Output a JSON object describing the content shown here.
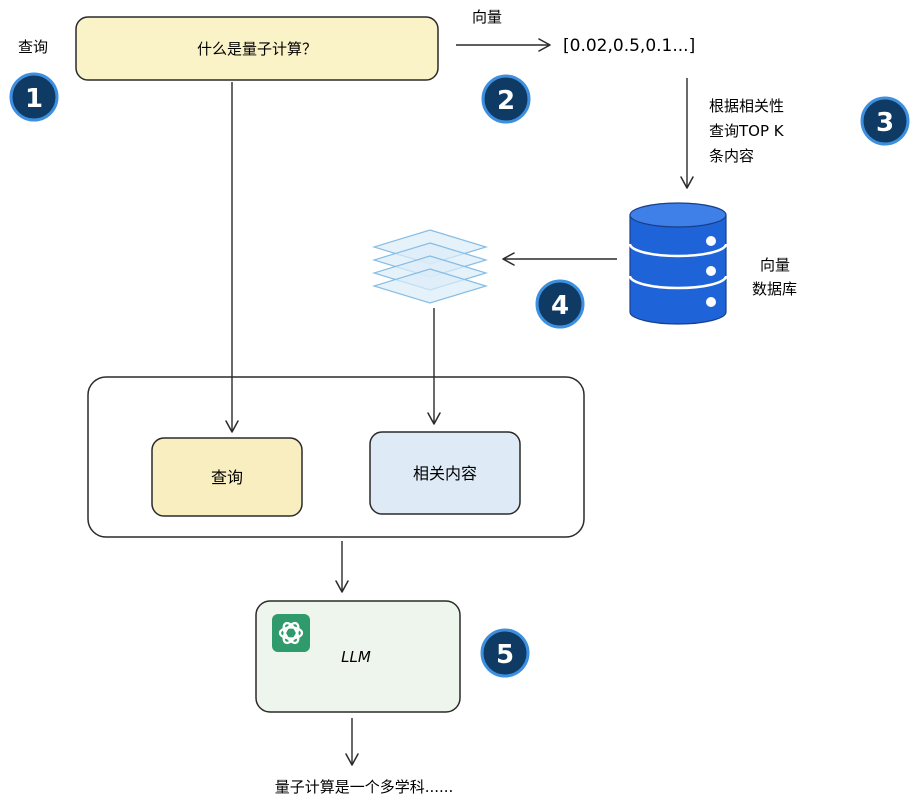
{
  "query_label": "查询",
  "query_text": "什么是量子计算？",
  "vector_label": "向量",
  "vector_value": "[0.02,0.5,0.1...]",
  "retrieval_note": [
    "根据相关性",
    "查询TOP K",
    "条内容"
  ],
  "db_label": [
    "向量",
    "数据库"
  ],
  "box_query": "查询",
  "box_related": "相关内容",
  "llm_label": "LLM",
  "answer_text": "量子计算是一个多学科......",
  "steps": [
    "1",
    "2",
    "3",
    "4",
    "5"
  ],
  "colors": {
    "query_fill": "#fbf3c8",
    "query_box_fill": "#f8eec0",
    "related_box_fill": "#deebf6",
    "llm_fill": "#eef5ec",
    "db_blue": "#1f63d8",
    "layers_blue": "#86bde6",
    "openai_green": "#2f9a6b",
    "badge_fill": "#0f3a63",
    "badge_ring": "#3d8fe0"
  }
}
